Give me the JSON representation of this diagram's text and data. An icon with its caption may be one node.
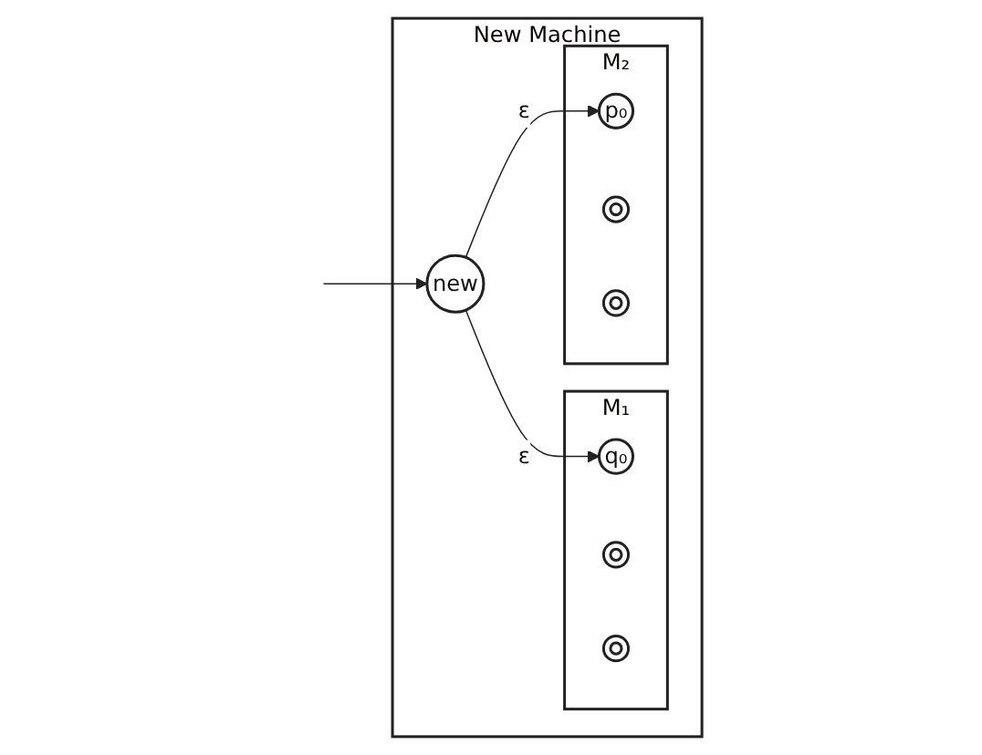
{
  "diagram": {
    "nodes": [
      {
        "text": [
          "New Machine"
        ]
      },
      {
        "text": [
          "new"
        ],
        "in": 0
      },
      {
        "text": [
          "M₁"
        ],
        "in": 0
      },
      {
        "text": [
          "q₀"
        ],
        "in": 2
      },
      {
        "text": [],
        "shape": "circle",
        "in": 2
      },
      {
        "text": [],
        "shape": "circle",
        "in": 2
      },
      {
        "text": [
          "M₂"
        ],
        "in": 0
      },
      {
        "text": [
          "p₀"
        ],
        "in": 6
      },
      {
        "text": [],
        "shape": "circle",
        "in": 6
      },
      {
        "text": [],
        "shape": "circle",
        "in": 6
      }
    ],
    "edges": [
      {
        "from": null,
        "to": 1,
        "arrow": "to"
      },
      {
        "from": 1,
        "to": 3,
        "label": "ε",
        "arrow": "to"
      },
      {
        "from": 1,
        "to": 7,
        "label": "ε",
        "arrow": "to"
      }
    ]
  }
}
